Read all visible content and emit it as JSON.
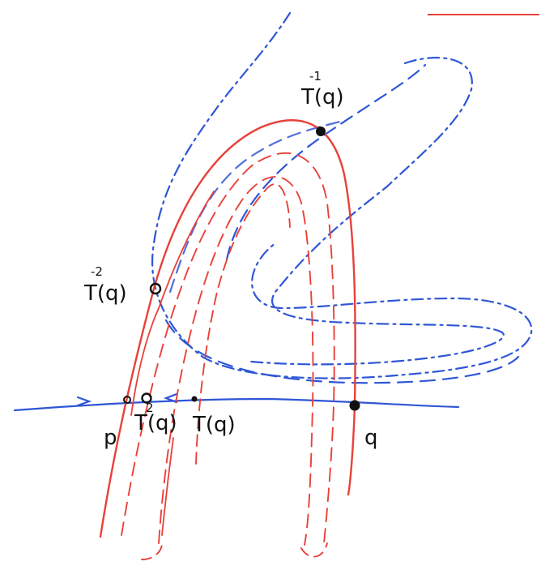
{
  "colors": {
    "unstable_manifold": "#e8413a",
    "stable_manifold": "#2f56d6",
    "points": "#111111"
  },
  "labels": {
    "p": "p",
    "q": "q",
    "Tq": "T(q)",
    "T2q": {
      "base": "T(q)",
      "exponent": "2"
    },
    "Tinv_q": {
      "base": "T(q)",
      "exponent": "-1"
    },
    "Tinv2_q": {
      "base": "T(q)",
      "exponent": "-2"
    }
  }
}
